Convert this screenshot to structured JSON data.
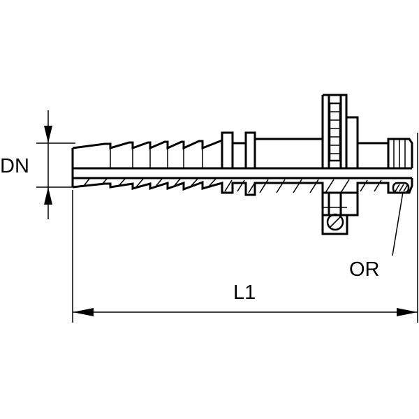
{
  "labels": {
    "diameter": "DN",
    "length": "L1",
    "oring": "OR"
  }
}
